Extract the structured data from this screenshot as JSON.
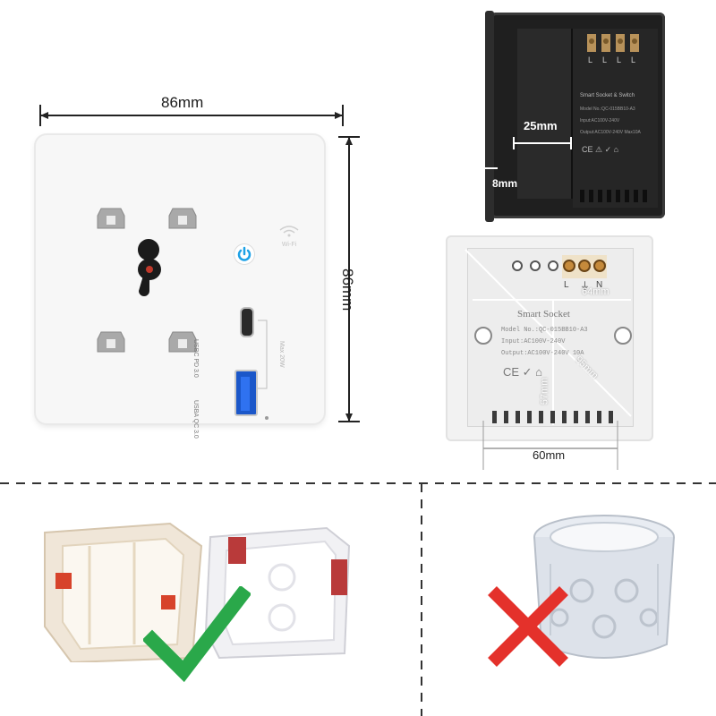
{
  "front": {
    "width_label": "86mm",
    "height_label": "86mm",
    "wifi_label": "Wi-Fi",
    "usbc_label": "USBC PD 3.0",
    "usba_label": "USBA QC 3.0",
    "power_label": "Max 20W"
  },
  "back_side": {
    "product_title": "Smart Socket & Switch",
    "model_text": "Model No.:QC-015BB10-A3",
    "input_text": "Input:AC100V-240V",
    "output_text": "Output:AC100V-240V Max10A",
    "depth_label": "25mm",
    "flange_label": "8mm",
    "terminals": [
      "L",
      "L",
      "L",
      "L"
    ]
  },
  "back_rear": {
    "product_title": "Smart Socket",
    "model_text": "Model No.:QC-015BB10-A3",
    "input_text": "Input:AC100V-240V",
    "output_text": "Output:AC100V-240V 10A",
    "terminal_l": "L",
    "terminal_n": "N",
    "inner_width_label": "64mm",
    "diagonal_label": "95mm",
    "inner_height_label": "57mm",
    "outer_width_label": "60mm"
  },
  "compatibility": {
    "square_box_ok": "check-mark",
    "round_box_no": "cross-mark",
    "colors": {
      "ok": "#2aa84a",
      "no": "#e4312b"
    }
  }
}
